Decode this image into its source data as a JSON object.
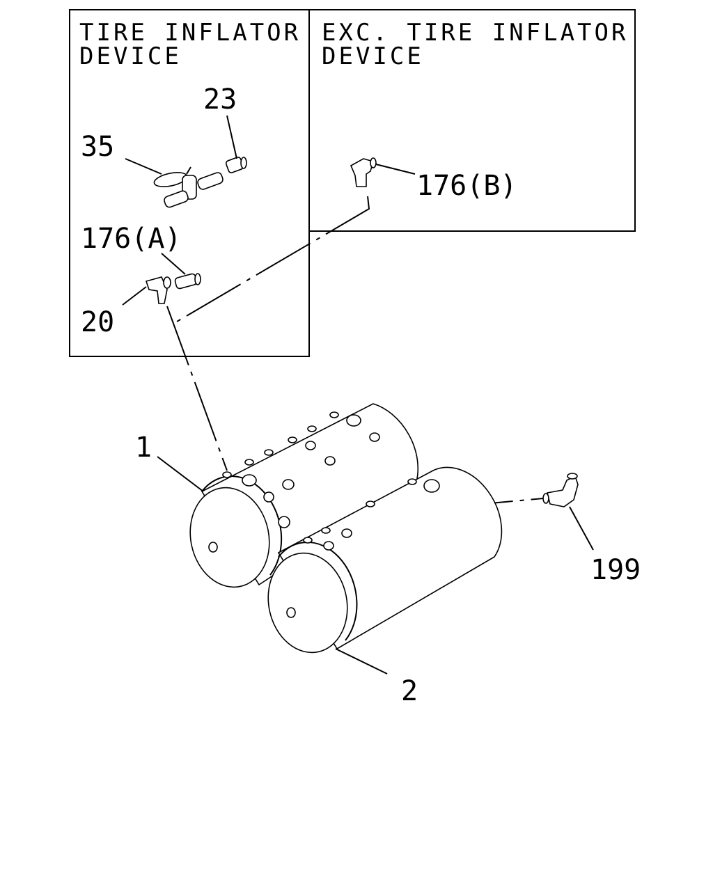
{
  "boxes": {
    "left": {
      "title_line1": "TIRE INFLATOR",
      "title_line2": "DEVICE"
    },
    "right": {
      "title_line1": "EXC. TIRE INFLATOR",
      "title_line2": "DEVICE"
    }
  },
  "callouts": {
    "c23": "23",
    "c35": "35",
    "c176a": "176(A)",
    "c20": "20",
    "c176b": "176(B)",
    "c1": "1",
    "c2": "2",
    "c199": "199"
  }
}
